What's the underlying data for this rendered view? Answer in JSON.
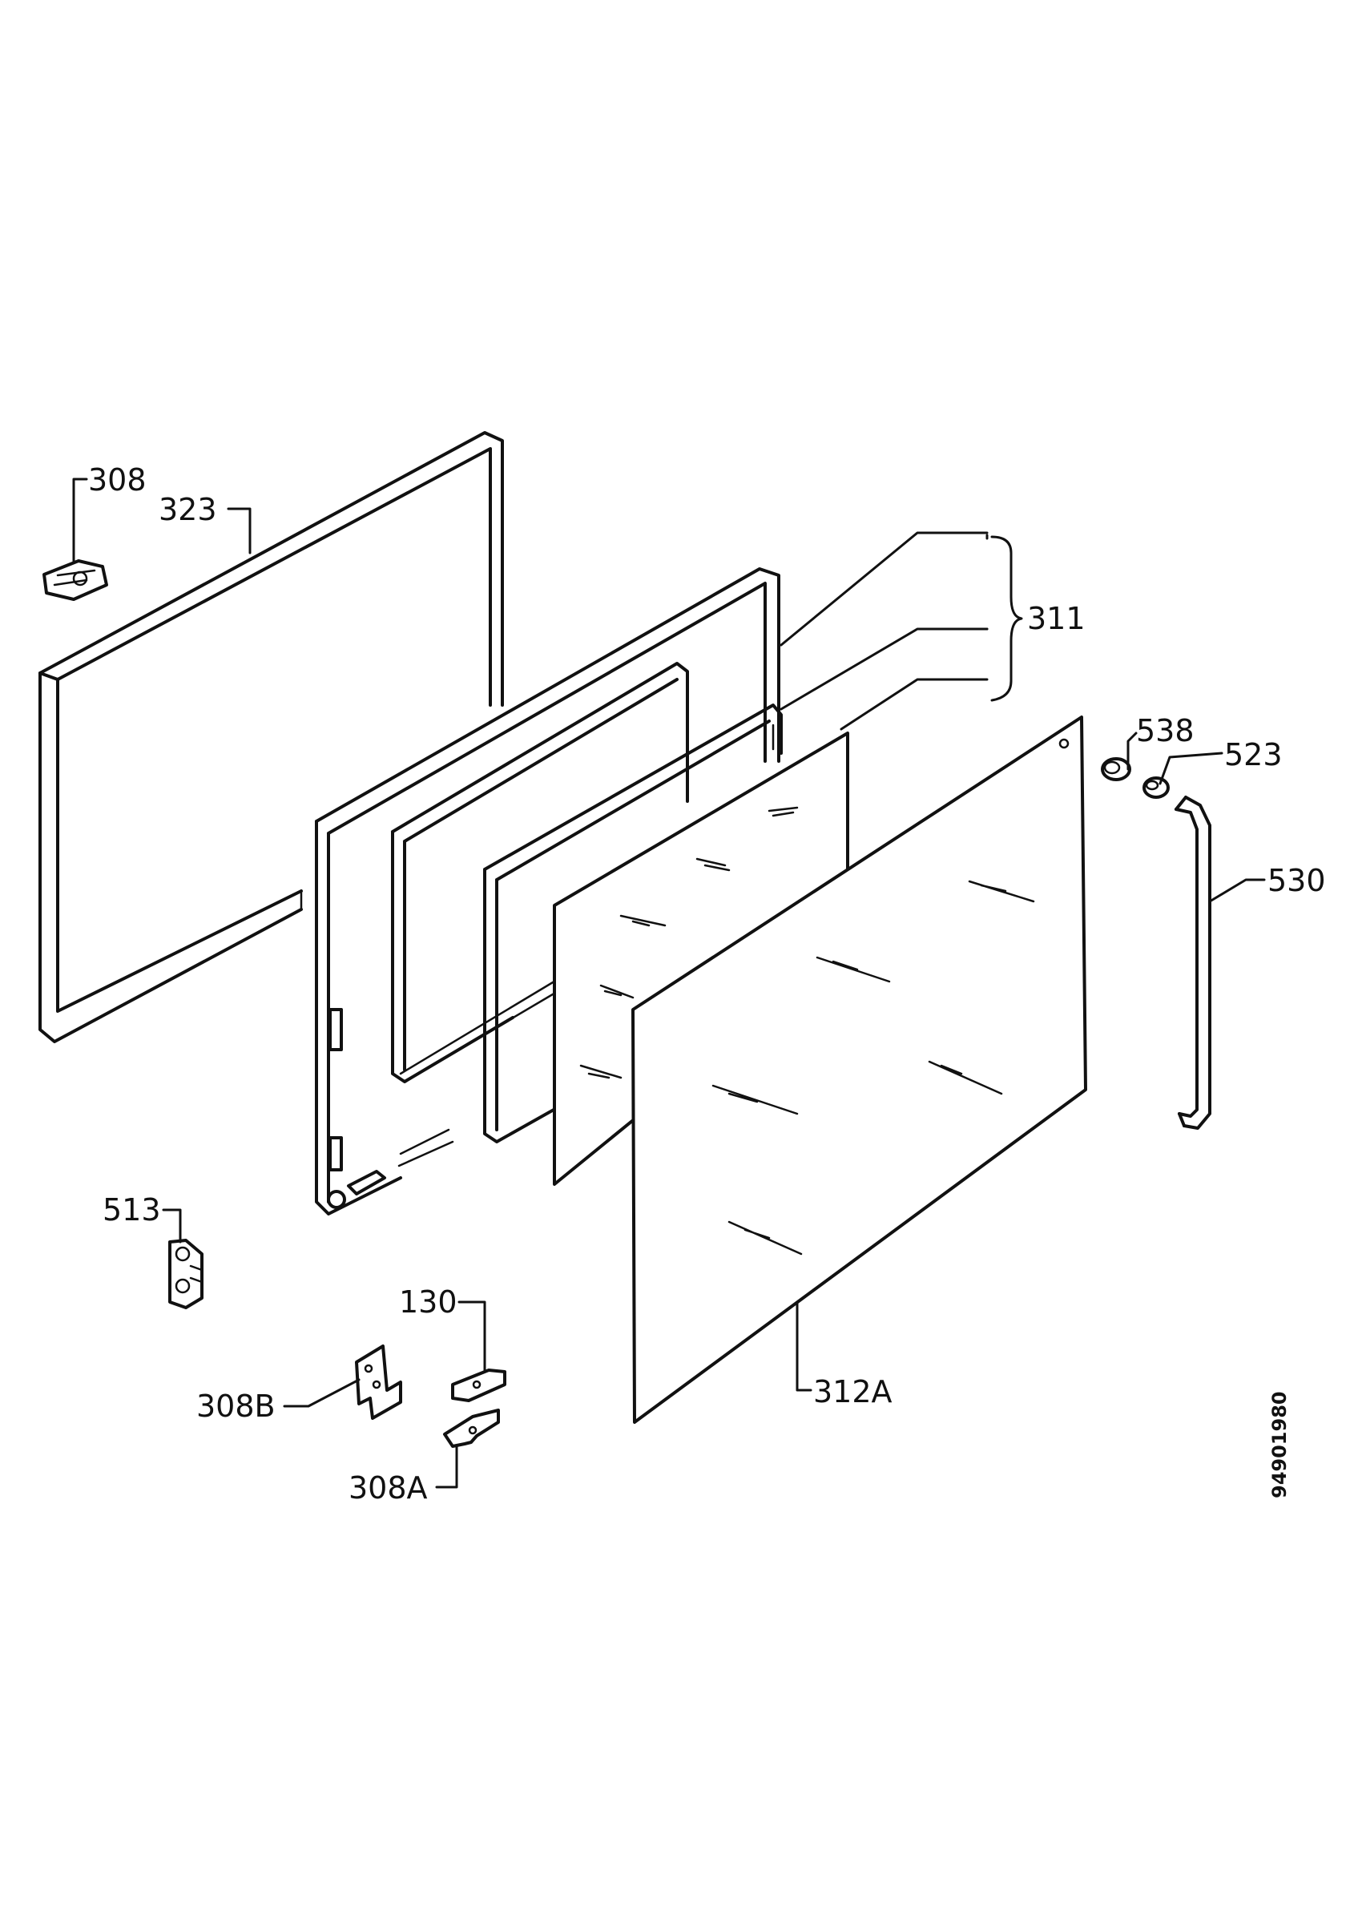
{
  "labels": {
    "p308": "308",
    "p323": "323",
    "p311": "311",
    "p538": "538",
    "p523": "523",
    "p530": "530",
    "p513": "513",
    "p130": "130",
    "p308B": "308B",
    "p312A": "312A",
    "p308A": "308A"
  },
  "document_number": "94901980",
  "colors": {
    "line": "#111111",
    "background": "#ffffff"
  }
}
